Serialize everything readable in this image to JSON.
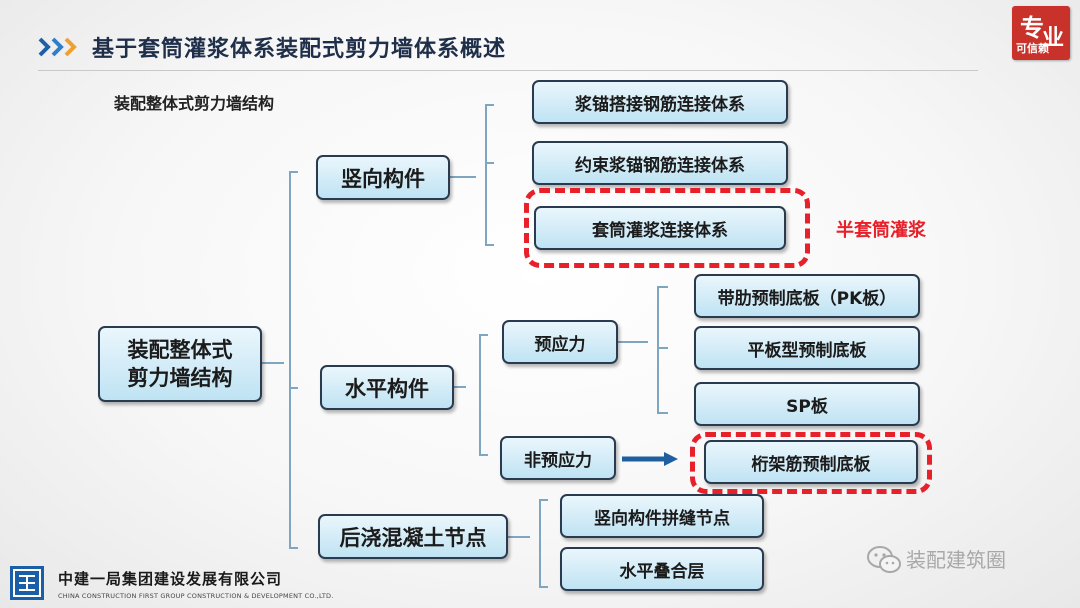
{
  "header": {
    "title": "基于套筒灌浆体系装配式剪力墙体系概述",
    "chevron_color": "#2a6bb0",
    "stamp_text": "专业",
    "stamp_small": "可信赖"
  },
  "subtitle": "装配整体式剪力墙结构",
  "tree": {
    "root": "装配整体式剪力墙结构",
    "root_lines": [
      "装配整体式",
      "剪力墙结构"
    ],
    "vertical": {
      "label": "竖向构件",
      "children": [
        "浆锚搭接钢筋连接体系",
        "约束浆锚钢筋连接体系",
        "套筒灌浆连接体系"
      ]
    },
    "horizontal": {
      "label": "水平构件",
      "prestressed": {
        "label": "预应力",
        "children": [
          "带肋预制底板（PK板）",
          "平板型预制底板",
          "SP板"
        ]
      },
      "non_prestressed": {
        "label": "非预应力",
        "children": [
          "桁架筋预制底板"
        ]
      }
    },
    "post_cast": {
      "label": "后浇混凝土节点",
      "children": [
        "竖向构件拼缝节点",
        "水平叠合层"
      ]
    }
  },
  "highlight": {
    "annotation": "半套筒灌浆",
    "color": "#e8202a"
  },
  "footer": {
    "company_cn": "中建一局集团建设发展有限公司",
    "company_en": "CHINA CONSTRUCTION FIRST GROUP CONSTRUCTION & DEVELOPMENT CO.,LTD.",
    "watermark": "装配建筑圈"
  }
}
